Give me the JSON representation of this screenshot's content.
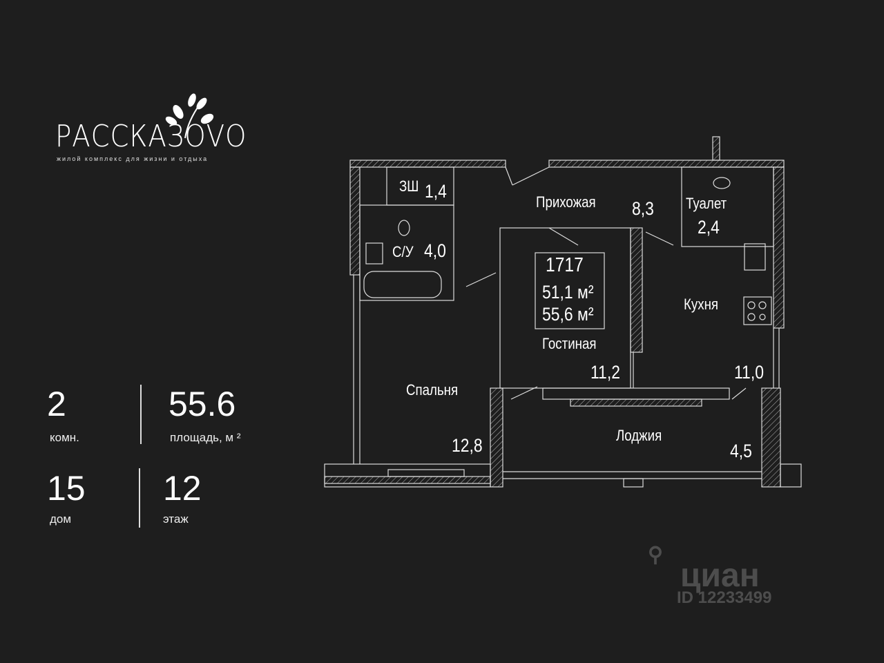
{
  "brand": {
    "name": "РАССКАЗОVО",
    "tagline": "жилой комплекс для жизни и отдыха"
  },
  "summary": {
    "rooms": {
      "value": "2",
      "label": "комн."
    },
    "area": {
      "value": "55.6",
      "label": "площадь, м ²"
    },
    "building": {
      "value": "15",
      "label": "дом"
    },
    "floor": {
      "value": "12",
      "label": "этаж"
    }
  },
  "plan": {
    "apartment_number": "1717",
    "living_area": "51,1 м²",
    "total_area": "55,6 м²",
    "rooms": [
      {
        "name": "ЗШ",
        "area": "1,4"
      },
      {
        "name": "С/У",
        "area": "4,0"
      },
      {
        "name": "Прихожая",
        "area": "8,3"
      },
      {
        "name": "Туалет",
        "area": "2,4"
      },
      {
        "name": "Кухня",
        "area": "11,0"
      },
      {
        "name": "Гостиная",
        "area": "11,2"
      },
      {
        "name": "Спальня",
        "area": "12,8"
      },
      {
        "name": "Лоджия",
        "area": "4,5"
      }
    ]
  },
  "watermark": {
    "brand": "циан",
    "id": "ID 12233499"
  }
}
